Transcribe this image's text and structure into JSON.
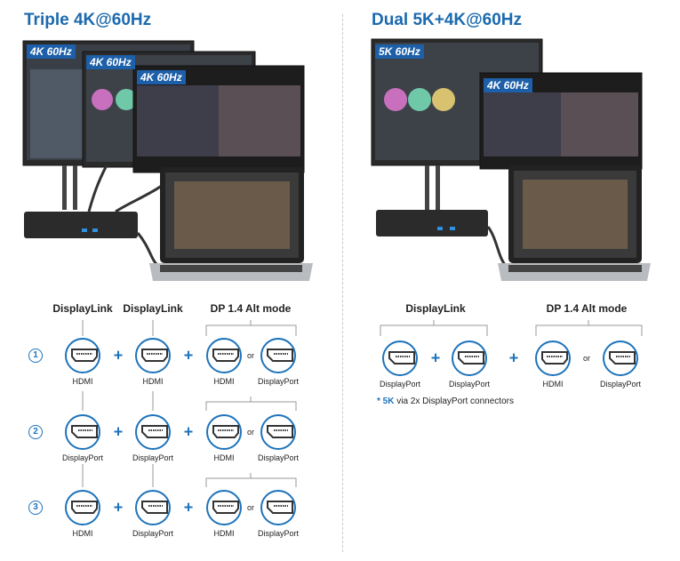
{
  "left": {
    "title": "Triple 4K@60Hz",
    "monitor_labels": [
      "4K 60Hz",
      "4K 60Hz",
      "4K 60Hz"
    ],
    "group_labels": [
      "DisplayLink",
      "DisplayLink",
      "DP 1.4 Alt mode"
    ],
    "or_text": "or",
    "rows": [
      {
        "num": "1",
        "ports": [
          "HDMI",
          "HDMI",
          "HDMI",
          "DisplayPort"
        ]
      },
      {
        "num": "2",
        "ports": [
          "DisplayPort",
          "DisplayPort",
          "HDMI",
          "DisplayPort"
        ]
      },
      {
        "num": "3",
        "ports": [
          "HDMI",
          "DisplayPort",
          "HDMI",
          "DisplayPort"
        ]
      }
    ]
  },
  "right": {
    "title": "Dual 5K+4K@60Hz",
    "monitor_labels": [
      "5K 60Hz",
      "4K 60Hz"
    ],
    "group_labels": [
      "DisplayLink",
      "DP 1.4 Alt mode"
    ],
    "or_text": "or",
    "ports": [
      "DisplayPort",
      "DisplayPort",
      "HDMI",
      "DisplayPort"
    ],
    "note_star": "* 5K",
    "note_text": " via 2x DisplayPort connectors"
  },
  "colors": {
    "accent": "#1d73bb",
    "title": "#1b6aae"
  }
}
